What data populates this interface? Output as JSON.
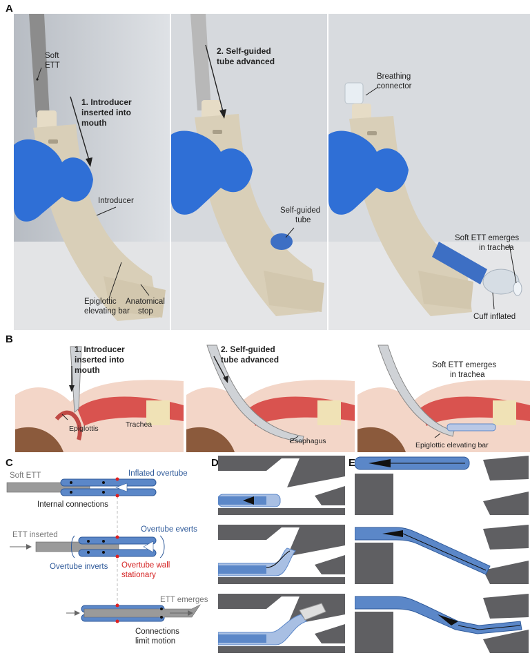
{
  "panels": {
    "A": {
      "letter": "A",
      "photo1": {
        "soft_ett_1": "Soft",
        "soft_ett_2": "ETT",
        "step_1": "1. Introducer",
        "step_2": "inserted into",
        "step_3": "mouth",
        "introducer": "Introducer",
        "epiglottic_1": "Epiglottic",
        "epiglottic_2": "elevating bar",
        "anatomical_1": "Anatomical",
        "anatomical_2": "stop"
      },
      "photo2": {
        "step_1": "2. Self-guided",
        "step_2": "tube advanced",
        "self_guided_1": "Self-guided",
        "self_guided_2": "tube"
      },
      "photo3": {
        "breathing_1": "Breathing",
        "breathing_2": "connector",
        "emerges_1": "Soft ETT emerges",
        "emerges_2": "in trachea",
        "cuff": "Cuff inflated"
      }
    },
    "B": {
      "letter": "B",
      "ill1": {
        "step_1": "1. Introducer",
        "step_2": "inserted into",
        "step_3": "mouth",
        "epiglottis": "Epiglottis",
        "trachea": "Trachea"
      },
      "ill2": {
        "step_1": "2. Self-guided",
        "step_2": "tube advanced",
        "esophagus": "Esophagus"
      },
      "ill3": {
        "emerges_1": "Soft ETT emerges",
        "emerges_2": "in trachea",
        "bar": "Epiglottic elevating bar"
      }
    },
    "C": {
      "letter": "C",
      "soft_ett": "Soft ETT",
      "inflated": "Inflated overtube",
      "internal": "Internal connections",
      "ett_inserted": "ETT inserted",
      "everts": "Overtube everts",
      "inverts": "Overtube inverts",
      "wall_1": "Overtube wall",
      "wall_2": "stationary",
      "ett_emerges": "ETT emerges",
      "connections_1": "Connections",
      "connections_2": "limit motion"
    },
    "D": {
      "letter": "D"
    },
    "E": {
      "letter": "E"
    }
  },
  "colors": {
    "tube_blue": "#5b87c8",
    "tube_blue_dark": "#2f5a9a",
    "gray_device": "#9a9a9a",
    "red_marker": "#e02020",
    "red_text": "#d42020",
    "dark_block": "#5f5f62",
    "tissue_pink": "#f3d6c8",
    "tissue_red": "#d9534f",
    "glove_blue": "#2f6fd6",
    "introducer_beige": "#d9cfb8"
  }
}
